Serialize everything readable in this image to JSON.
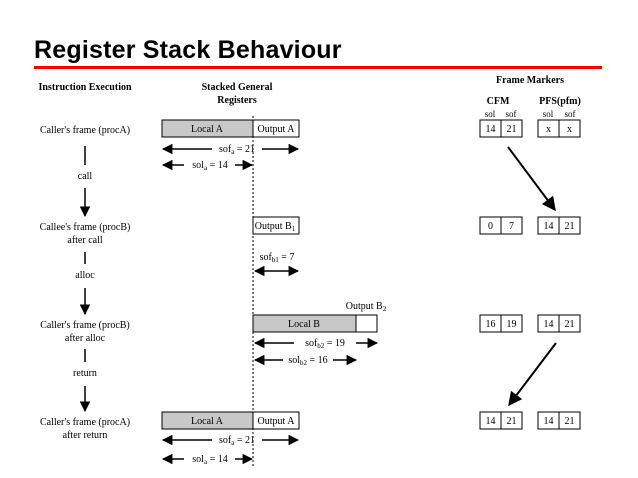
{
  "title": "Register Stack Behaviour",
  "colors": {
    "accent": "#ff0000",
    "box_fill": "#c8c8c8"
  },
  "headers": {
    "instruction": "Instruction Execution",
    "stacked_line1": "Stacked General",
    "stacked_line2": "Registers",
    "frame_markers": "Frame Markers",
    "cfm": "CFM",
    "pfs": "PFS(pfm)",
    "sol": "sol",
    "sof": "sof"
  },
  "rows": {
    "r1": {
      "line1": "Caller's frame (procA)",
      "local": "Local A",
      "output": "Output A",
      "sof_pre": "sof",
      "sof_sub": "a",
      "sof_post": " = 21",
      "sol_pre": "sol",
      "sol_sub": "a",
      "sol_post": " = 14",
      "cfm_sol": "14",
      "cfm_sof": "21",
      "pfs_sol": "x",
      "pfs_sof": "x"
    },
    "r2": {
      "line1": "Callee's frame (procB)",
      "line2": "after call",
      "out_pre": "Output B",
      "out_sub": "1",
      "sof_pre": "sof",
      "sof_sub": "b1",
      "sof_post": " = 7",
      "cfm_sol": "0",
      "cfm_sof": "7",
      "pfs_sol": "14",
      "pfs_sof": "21"
    },
    "r3": {
      "line1": "Caller's frame (procB)",
      "line2": "after alloc",
      "local": "Local B",
      "out_label_pre": "Output B",
      "out_label_sub": "2",
      "sof_pre": "sof",
      "sof_sub": "b2",
      "sof_post": " = 19",
      "sol_pre": "sol",
      "sol_sub": "b2",
      "sol_post": " = 16",
      "cfm_sol": "16",
      "cfm_sof": "19",
      "pfs_sol": "14",
      "pfs_sof": "21"
    },
    "r4": {
      "line1": "Caller's frame (procA)",
      "line2": "after return",
      "local": "Local A",
      "output": "Output A",
      "sof_pre": "sof",
      "sof_sub": "a",
      "sof_post": " = 21",
      "sol_pre": "sol",
      "sol_sub": "a",
      "sol_post": " = 14",
      "cfm_sol": "14",
      "cfm_sof": "21",
      "pfs_sol": "14",
      "pfs_sof": "21"
    }
  },
  "steps": {
    "call": "call",
    "alloc": "alloc",
    "return": "return"
  }
}
